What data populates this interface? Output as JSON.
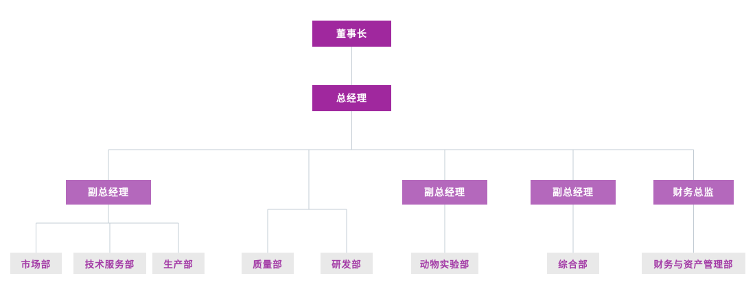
{
  "org": {
    "nodes": {
      "chairman": "董事长",
      "general_manager": "总经理",
      "deputy_gm_1": "副总经理",
      "deputy_gm_2": "副总经理",
      "deputy_gm_3": "副总经理",
      "finance_director": "财务总监",
      "marketing_dept": "市场部",
      "tech_service_dept": "技术服务部",
      "production_dept": "生产部",
      "quality_dept": "质量部",
      "rd_dept": "研发部",
      "animal_lab_dept": "动物实验部",
      "general_affairs_dept": "综合部",
      "finance_asset_dept": "财务与资产管理部"
    },
    "colors": {
      "level1_bg": "#a0289e",
      "level1_text": "#ffffff",
      "level2_bg": "#b468bc",
      "level2_text": "#ffffff",
      "leaf_bg": "#e9e9e9",
      "leaf_text": "#a33aa6",
      "connector": "#c3ccd4"
    }
  }
}
